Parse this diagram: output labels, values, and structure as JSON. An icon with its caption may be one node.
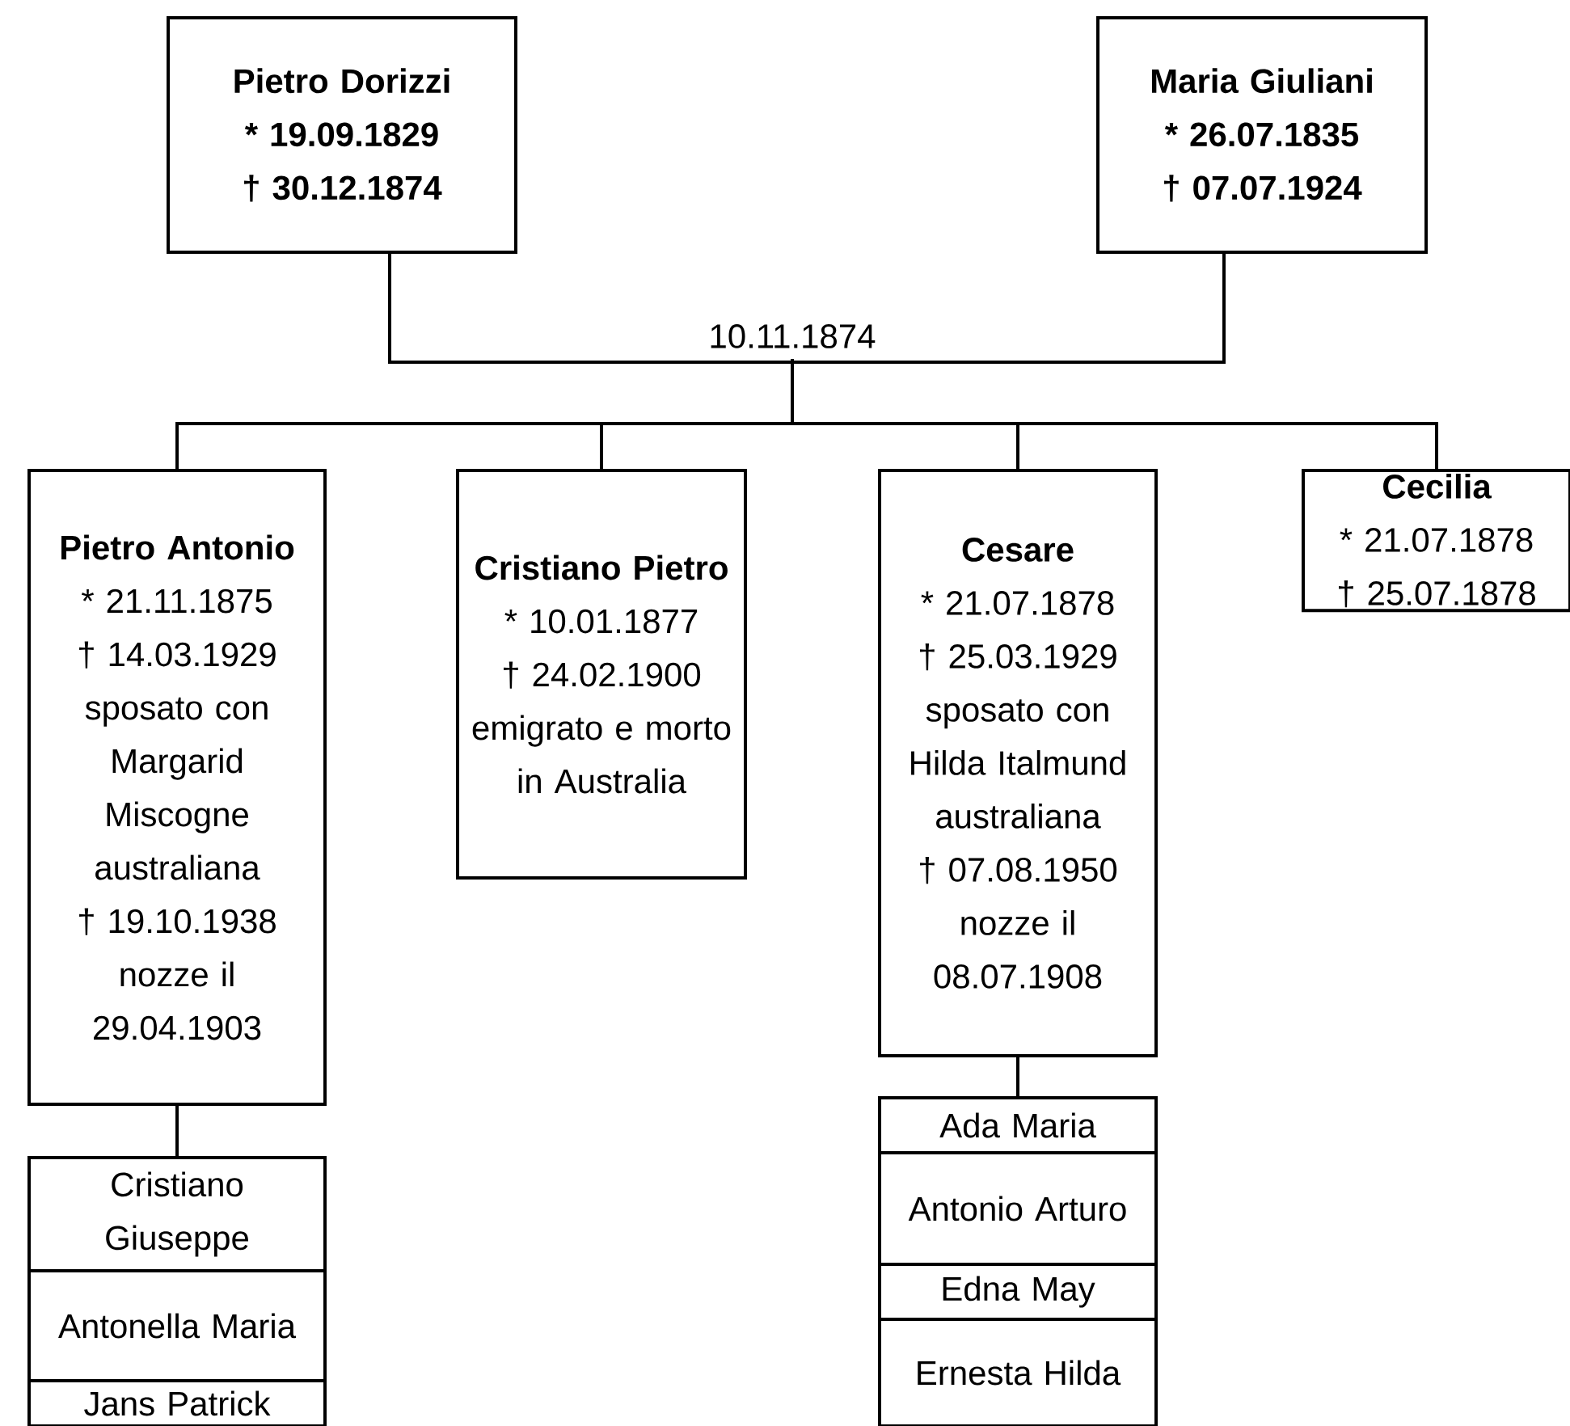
{
  "diagram": {
    "nodes": [
      {
        "text": [
          "Pietro Dorizzi",
          "* 19.09.1829",
          "† 30.12.1874"
        ]
      },
      {
        "text": [
          "Maria Giuliani",
          "* 26.07.1835",
          "† 07.07.1924"
        ]
      },
      {
        "text": [
          "Pietro Antonio",
          "* 21.11.1875",
          "† 14.03.1929",
          "sposato con Margarid Miscogne australiana",
          "† 19.10.1938",
          "nozze il 29.04.1903"
        ]
      },
      {
        "text": [
          "Cristiano Pietro",
          "* 10.01.1877",
          "† 24.02.1900",
          "emigrato e morto in Australia"
        ]
      },
      {
        "text": [
          "Cesare",
          "* 21.07.1878",
          "† 25.03.1929",
          "sposato con Hilda Italmund australiana",
          "† 07.08.1950",
          "nozze il 08.07.1908"
        ]
      },
      {
        "text": [
          "Cecilia",
          "* 21.07.1878",
          "† 25.07.1878"
        ]
      },
      {
        "text": [
          "Cristiano Giuseppe"
        ]
      },
      {
        "text": [
          "Antonella Maria"
        ]
      },
      {
        "text": [
          "Jans Patrick"
        ]
      },
      {
        "text": [
          "Ada Maria"
        ]
      },
      {
        "text": [
          "Antonio Arturo"
        ]
      },
      {
        "text": [
          "Edna May"
        ]
      },
      {
        "text": [
          "Ernesta Hilda"
        ]
      }
    ],
    "edges": [
      {
        "from": 0,
        "to": 1,
        "arrow": "none",
        "label": "10.11.1874"
      },
      {
        "from": null,
        "to": 2,
        "arrow": "none"
      },
      {
        "from": null,
        "to": 3,
        "arrow": "none"
      },
      {
        "from": null,
        "to": 4,
        "arrow": "none"
      },
      {
        "from": null,
        "to": 5,
        "arrow": "none"
      },
      {
        "from": 2,
        "to": 6,
        "arrow": "none"
      },
      {
        "from": 4,
        "to": 9,
        "arrow": "none"
      }
    ]
  }
}
